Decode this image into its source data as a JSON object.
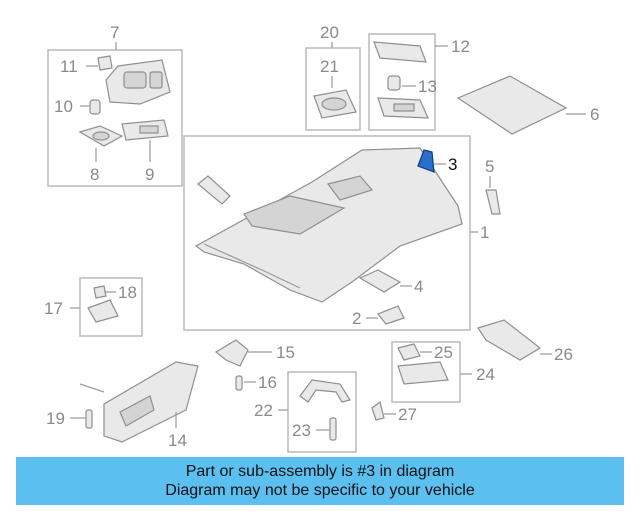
{
  "diagram": {
    "callouts": [
      {
        "id": "c1",
        "label": "1"
      },
      {
        "id": "c2",
        "label": "2"
      },
      {
        "id": "c3",
        "label": "3",
        "highlight": true
      },
      {
        "id": "c4",
        "label": "4"
      },
      {
        "id": "c5",
        "label": "5"
      },
      {
        "id": "c6",
        "label": "6"
      },
      {
        "id": "c7",
        "label": "7"
      },
      {
        "id": "c8",
        "label": "8"
      },
      {
        "id": "c9",
        "label": "9"
      },
      {
        "id": "c10",
        "label": "10"
      },
      {
        "id": "c11",
        "label": "11"
      },
      {
        "id": "c12",
        "label": "12"
      },
      {
        "id": "c13",
        "label": "13"
      },
      {
        "id": "c14",
        "label": "14"
      },
      {
        "id": "c15",
        "label": "15"
      },
      {
        "id": "c16",
        "label": "16"
      },
      {
        "id": "c17",
        "label": "17"
      },
      {
        "id": "c18",
        "label": "18"
      },
      {
        "id": "c19",
        "label": "19"
      },
      {
        "id": "c20",
        "label": "20"
      },
      {
        "id": "c21",
        "label": "21"
      },
      {
        "id": "c22",
        "label": "22"
      },
      {
        "id": "c23",
        "label": "23"
      },
      {
        "id": "c24",
        "label": "24"
      },
      {
        "id": "c25",
        "label": "25"
      },
      {
        "id": "c26",
        "label": "26"
      },
      {
        "id": "c27",
        "label": "27"
      }
    ],
    "highlight_color": "#2a6fc9",
    "part_color": "#e9e9e9",
    "line_color": "#8f8f8f"
  },
  "banner": {
    "line1": "Part or sub-assembly is #3 in diagram",
    "line2": "Diagram may not be specific to your vehicle",
    "color": "#5bc0f0"
  }
}
